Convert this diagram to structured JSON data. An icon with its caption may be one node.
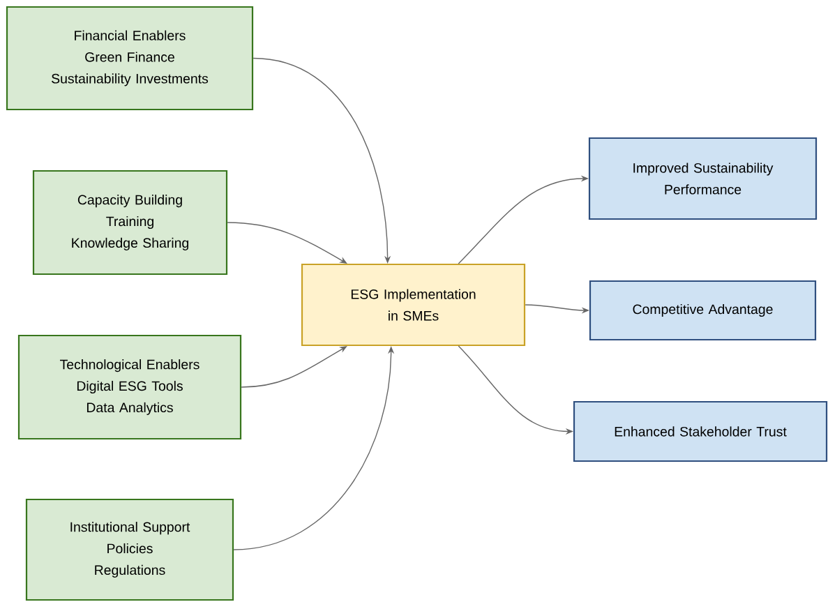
{
  "diagram": {
    "nodes": [
      {
        "text": [
          "Financial Enablers",
          "Green Finance",
          "Sustainability Investments"
        ]
      },
      {
        "text": [
          "Capacity Building",
          "Training",
          "Knowledge Sharing"
        ]
      },
      {
        "text": [
          "Technological Enablers",
          "Digital ESG Tools",
          "Data Analytics"
        ]
      },
      {
        "text": [
          "Institutional Support",
          "Policies",
          "Regulations"
        ]
      },
      {
        "text": [
          "ESG Implementation in SMEs"
        ]
      },
      {
        "text": [
          "Improved Sustainability Performance"
        ]
      },
      {
        "text": [
          "Competitive Advantage"
        ]
      },
      {
        "text": [
          "Enhanced Stakeholder Trust"
        ]
      }
    ],
    "edges": [
      {
        "from": 0,
        "to": 4,
        "arrow": "to"
      },
      {
        "from": 1,
        "to": 4,
        "arrow": "to"
      },
      {
        "from": 2,
        "to": 4,
        "arrow": "to"
      },
      {
        "from": 3,
        "to": 4,
        "arrow": "to"
      },
      {
        "from": 4,
        "to": 5,
        "arrow": "to"
      },
      {
        "from": 4,
        "to": 6,
        "arrow": "to"
      },
      {
        "from": 4,
        "to": 7,
        "arrow": "to"
      }
    ]
  }
}
